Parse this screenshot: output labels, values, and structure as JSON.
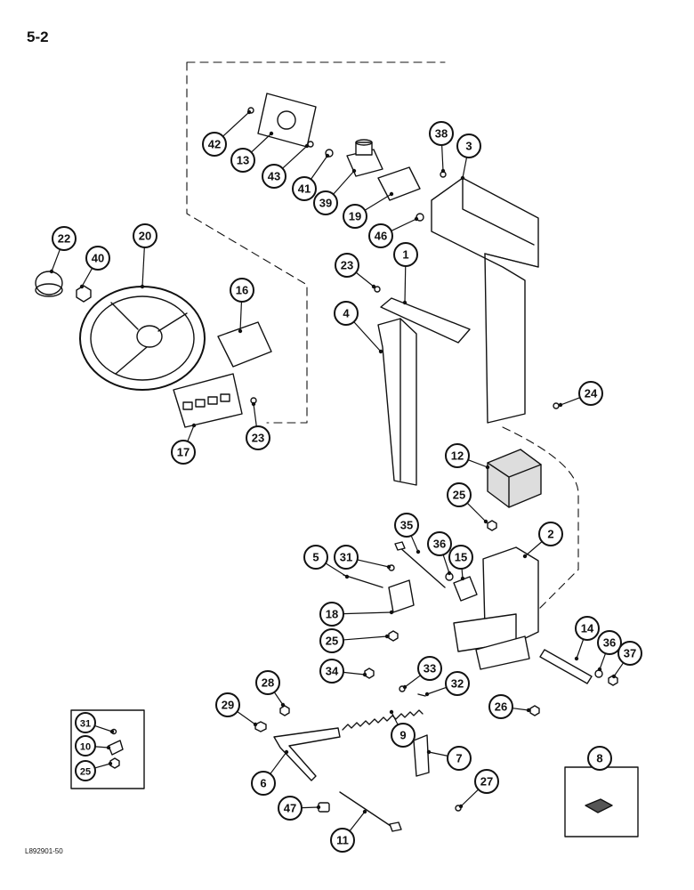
{
  "page": {
    "number": "5-2",
    "figure_code": "L892901-50"
  },
  "callouts": [
    {
      "id": "c42",
      "label": "42"
    },
    {
      "id": "c13",
      "label": "13"
    },
    {
      "id": "c43",
      "label": "43"
    },
    {
      "id": "c41",
      "label": "41"
    },
    {
      "id": "c39",
      "label": "39"
    },
    {
      "id": "c19",
      "label": "19"
    },
    {
      "id": "c46",
      "label": "46"
    },
    {
      "id": "c38",
      "label": "38"
    },
    {
      "id": "c3",
      "label": "3"
    },
    {
      "id": "c22",
      "label": "22"
    },
    {
      "id": "c20",
      "label": "20"
    },
    {
      "id": "c40",
      "label": "40"
    },
    {
      "id": "c16",
      "label": "16"
    },
    {
      "id": "c17",
      "label": "17"
    },
    {
      "id": "c23a",
      "label": "23"
    },
    {
      "id": "c23b",
      "label": "23"
    },
    {
      "id": "c1",
      "label": "1"
    },
    {
      "id": "c4",
      "label": "4"
    },
    {
      "id": "c24",
      "label": "24"
    },
    {
      "id": "c12",
      "label": "12"
    },
    {
      "id": "c25a",
      "label": "25"
    },
    {
      "id": "c2",
      "label": "2"
    },
    {
      "id": "c35",
      "label": "35"
    },
    {
      "id": "c36a",
      "label": "36"
    },
    {
      "id": "c15",
      "label": "15"
    },
    {
      "id": "c31",
      "label": "31"
    },
    {
      "id": "c5",
      "label": "5"
    },
    {
      "id": "c18",
      "label": "18"
    },
    {
      "id": "c25b",
      "label": "25"
    },
    {
      "id": "c14",
      "label": "14"
    },
    {
      "id": "c36b",
      "label": "36"
    },
    {
      "id": "c37",
      "label": "37"
    },
    {
      "id": "c34",
      "label": "34"
    },
    {
      "id": "c33",
      "label": "33"
    },
    {
      "id": "c32",
      "label": "32"
    },
    {
      "id": "c28",
      "label": "28"
    },
    {
      "id": "c29",
      "label": "29"
    },
    {
      "id": "c9",
      "label": "9"
    },
    {
      "id": "c26",
      "label": "26"
    },
    {
      "id": "c6",
      "label": "6"
    },
    {
      "id": "c7",
      "label": "7"
    },
    {
      "id": "c27",
      "label": "27"
    },
    {
      "id": "c47",
      "label": "47"
    },
    {
      "id": "c11",
      "label": "11"
    },
    {
      "id": "c8",
      "label": "8"
    },
    {
      "id": "c31i",
      "label": "31"
    },
    {
      "id": "c10i",
      "label": "10"
    },
    {
      "id": "c25i",
      "label": "25"
    }
  ]
}
